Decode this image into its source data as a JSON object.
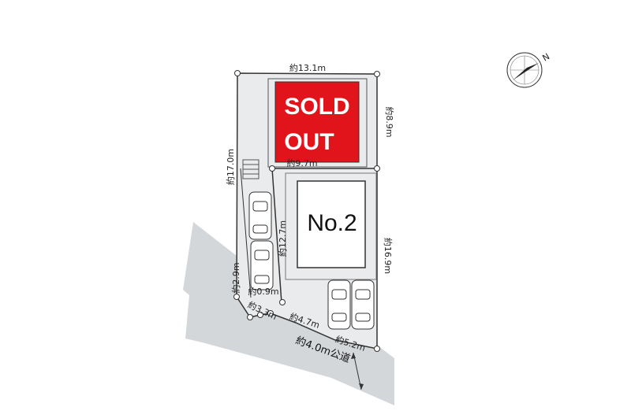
{
  "plan": {
    "sold_banner": {
      "line1": "SOLD",
      "line2": "OUT",
      "color": "#e1141c"
    },
    "lot_label": "No.2",
    "road_label": "約4.0m公道",
    "compass_letter": "N",
    "dimensions": {
      "top_width": "約13.1m",
      "right_upper": "約8.9m",
      "left_long": "約17.0m",
      "mid_width": "約9.7m",
      "driveway_length": "約12.7m",
      "right_lower": "約16.9m",
      "left_short": "約2.9m",
      "driveway_width": "約0.9m",
      "bottom_a": "約3.3m",
      "bottom_b": "約4.7m",
      "bottom_c": "約5.2m"
    }
  },
  "colors": {
    "ground": "#e9ebed",
    "road": "#d4d7da",
    "line": "#333333",
    "sold": "#e1141c"
  }
}
